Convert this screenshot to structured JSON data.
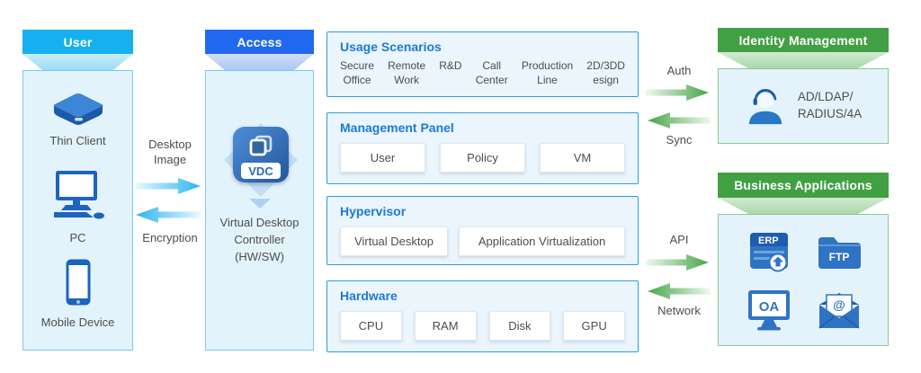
{
  "colors": {
    "cyan_header": "#17b0ef",
    "blue_header": "#2069ee",
    "green_header": "#41a044",
    "stack_border": "#2e9ae6",
    "stack_title_blue": "#1e7ad4",
    "panel_fill": "#e3f3fc",
    "green_border": "#8cc98c",
    "icon_blue": "#2a77c8",
    "text_gray": "#4d4d4d"
  },
  "user_panel": {
    "header": "User",
    "devices": [
      {
        "label": "Thin Client"
      },
      {
        "label": "PC"
      },
      {
        "label": "Mobile Device"
      }
    ]
  },
  "left_arrows": {
    "desktop_image": "Desktop\nImage",
    "encryption": "Encryption"
  },
  "access_panel": {
    "header": "Access",
    "icon_label": "VDC",
    "caption": "Virtual Desktop\nController\n(HW/SW)"
  },
  "stack": {
    "usage": {
      "title": "Usage Scenarios",
      "items": [
        "Secure\nOffice",
        "Remote\nWork",
        "R&D",
        "Call\nCenter",
        "Production\nLine",
        "2D/3DD\nesign"
      ]
    },
    "management": {
      "title": "Management Panel",
      "chips": [
        "User",
        "Policy",
        "VM"
      ]
    },
    "hypervisor": {
      "title": "Hypervisor",
      "chips": [
        "Virtual Desktop",
        "Application Virtualization"
      ]
    },
    "hardware": {
      "title": "Hardware",
      "chips": [
        "CPU",
        "RAM",
        "Disk",
        "GPU"
      ]
    }
  },
  "right_arrows": {
    "auth": "Auth",
    "sync": "Sync",
    "api": "API",
    "network": "Network"
  },
  "identity_panel": {
    "header": "Identity Management",
    "text": "AD/LDAP/\nRADIUS/4A"
  },
  "business_panel": {
    "header": "Business Applications",
    "apps": [
      {
        "name": "ERP",
        "label": "ERP"
      },
      {
        "name": "FTP",
        "label": "FTP"
      },
      {
        "name": "OA",
        "label": "OA"
      },
      {
        "name": "Email",
        "label": "@"
      }
    ]
  }
}
